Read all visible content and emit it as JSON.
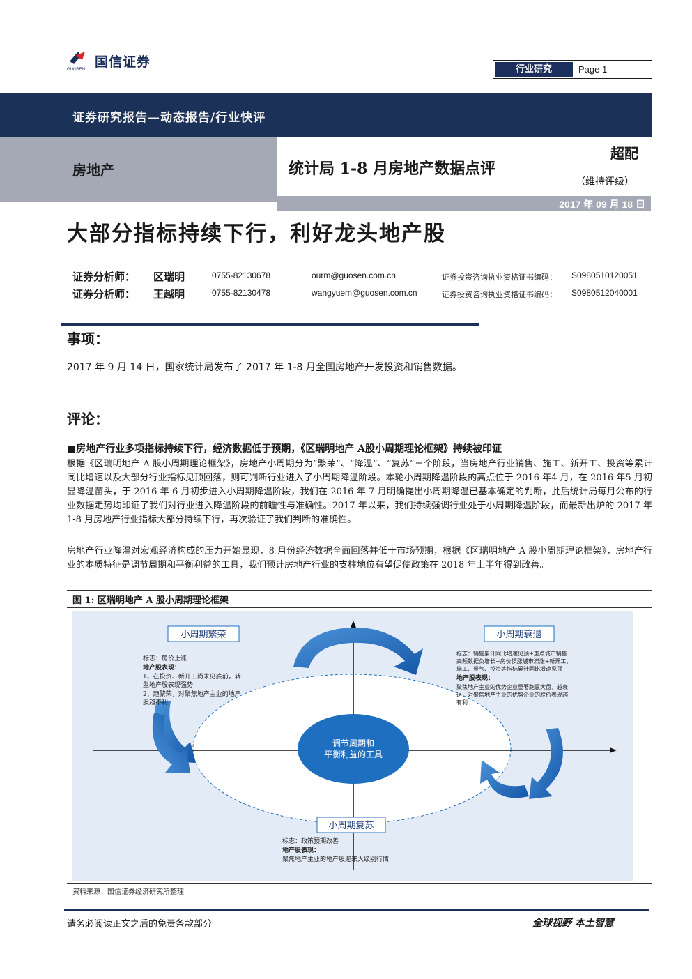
{
  "logo": {
    "text": "国信证券",
    "sub": "GUOSEN"
  },
  "header": {
    "category": "行业研究",
    "page_label": "Page 1"
  },
  "band": {
    "report_type": "证券研究报告—动态报告/行业快评",
    "sector": "房地产"
  },
  "report": {
    "title": "统计局 1-8 月房地产数据点评",
    "rating": "超配",
    "rating_note": "（维持评级）",
    "date": "2017 年 09 月 18 日",
    "headline": "大部分指标持续下行，利好龙头地产股"
  },
  "analysts": [
    {
      "role": "证券分析师：",
      "name": "区瑞明",
      "phone": "0755-82130678",
      "email": "ourm@guosen.com.cn",
      "license_label": "证券投资咨询执业资格证书编码：",
      "license": "S0980510120051"
    },
    {
      "role": "证券分析师：",
      "name": "王越明",
      "phone": "0755-82130478",
      "email": "wangyuem@guosen.com.cn",
      "license_label": "证券投资咨询执业资格证书编码：",
      "license": "S0980512040001"
    }
  ],
  "event": {
    "heading": "事项：",
    "text": "2017 年 9 月 14 日，国家统计局发布了 2017 年 1-8 月全国房地产开发投资和销售数据。"
  },
  "comment": {
    "heading": "评论：",
    "subheading": "■房地产行业多项指标持续下行，经济数据低于预期，《区瑞明地产 A股小周期理论框架》持续被印证",
    "paragraph1": "根据《区瑞明地产 A 股小周期理论框架》，房地产小周期分为“繁荣”、“降温”、“复苏”三个阶段，当房地产行业销售、施工、新开工、投资等累计同比增速以及大部分行业指标见顶回落，则可判断行业进入了小周期降温阶段。本轮小周期降温阶段的高点位于 2016 年4 月，在 2016 年5 月初显降温苗头，于 2016 年 6 月初步进入小周期降温阶段，我们在 2016 年 7 月明确提出小周期降温已基本确定的判断，此后统计局每月公布的行业数据走势均印证了我们对行业进入降温阶段的前瞻性与准确性。2017 年以来，我们持续强调行业处于小周期降温阶段，而最新出炉的 2017 年 1-8 月房地产行业指标大部分持续下行，再次验证了我们判断的准确性。",
    "paragraph2": "房地产行业降温对宏观经济构成的压力开始显现，8 月份经济数据全面回落并低于市场预期，根据《区瑞明地产 A 股小周期理论框架》，房地产行业的本质特征是调节周期和平衡利益的工具，我们预计房地产行业的支柱地位有望促使政策在 2018 年上半年得到改善。"
  },
  "figure": {
    "caption": "图 1:  区瑞明地产 A 股小周期理论框架",
    "center": [
      "调节周期和",
      "平衡利益的工具"
    ],
    "boom": {
      "title": "小周期繁荣",
      "lines": [
        "标志：房价上涨",
        "地产股表现：",
        "1、在投资、新开工尚未见底前，转",
        "型地产股表现强势",
        "2、趋繁荣，对聚焦地产主业的地产",
        "股趋不利"
      ]
    },
    "decline": {
      "title": "小周期衰退",
      "lines": [
        "标志：销售累计同比增速见顶+重点城市销售",
        "高频数据负增长+房价惯涨城市滞涨+新开工、",
        "施工、景气、投资等指标累计同比增速见顶",
        "地产股表现：",
        "聚焦地产主业的优势企业显著跑赢大盘，越衰",
        "退，对聚焦地产主业的优势企业的股价表现越",
        "有利"
      ]
    },
    "recovery": {
      "title": "小周期复苏",
      "lines": [
        "标志：政策预期改善",
        "地产股表现：",
        "聚焦地产主业的地产股迎来大级别行情"
      ]
    },
    "source": "资料来源：国信证券经济研究所整理"
  },
  "footer": {
    "left": "请务必阅读正文之后的免责条款部分",
    "right": "全球视野  本土智慧"
  },
  "colors": {
    "navy": "#1c3157",
    "gray_band": "#a5a9b6",
    "figure_bg": "#e3ebf6",
    "arrow_blue": "#1f6fc0"
  }
}
